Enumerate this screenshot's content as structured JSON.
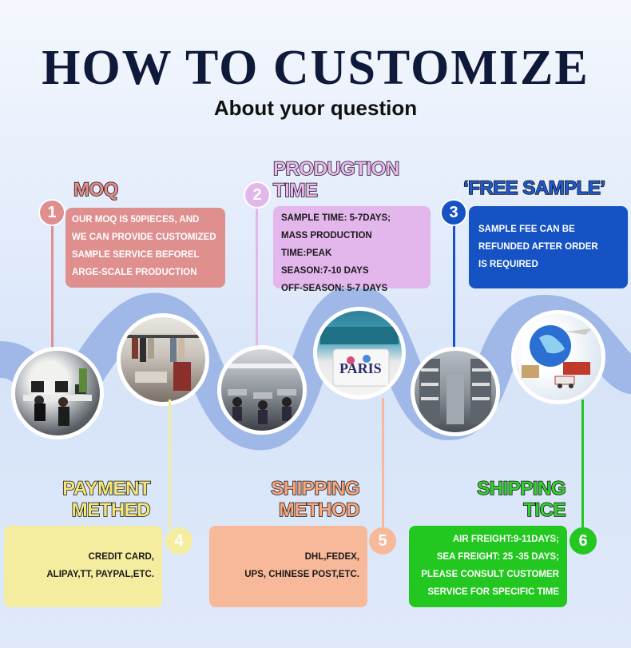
{
  "header": {
    "title": "HOW TO CUSTOMIZE",
    "subtitle": "About yuor question"
  },
  "steps": [
    {
      "number": "1",
      "heading_lines": [
        "MOQ"
      ],
      "lines": [
        "OUR MOQ IS 50PIECES, AND",
        "WE CAN PROVIDE CUSTOMIZED",
        "SAMPLE SERVICE BEFOREL",
        "ARGE-SCALE PRODUCTION"
      ],
      "color": "#e08f8f",
      "heading_color": "#e48c8c",
      "text_color": "#ffffff"
    },
    {
      "number": "2",
      "heading_lines": [
        "PRODUGTION",
        "TIME"
      ],
      "lines": [
        "SAMPLE TIME: 5-7DAYS;",
        "MASS PRODUCTION TIME:PEAK",
        "SEASON:7-10 DAYS",
        "OFF-SEASON: 5-7 DAYS"
      ],
      "color": "#e3b6ec",
      "heading_color": "#eab7f2",
      "text_color": "#1a1a1a"
    },
    {
      "number": "3",
      "heading_lines": [
        "‘FREE SAMPLE’"
      ],
      "lines": [
        "SAMPLE FEE CAN BE",
        "REFUNDED AFTER ORDER",
        "IS REQUIRED"
      ],
      "color": "#1553c4",
      "heading_color": "#1f5ad0",
      "text_color": "#ffffff"
    },
    {
      "number": "4",
      "heading_lines": [
        "PAYMENT",
        "METHED"
      ],
      "lines": [
        "CREDIT CARD,",
        "ALIPAY,TT, PAYPAL,ETC."
      ],
      "color": "#f4ec9f",
      "heading_color": "#f5e77a",
      "text_color": "#1a1a1a"
    },
    {
      "number": "5",
      "heading_lines": [
        "SHIPPING",
        "METHOD"
      ],
      "lines": [
        "DHL,FEDEX,",
        "UPS, CHINESE POST,ETC."
      ],
      "color": "#f8b99a",
      "heading_color": "#f7a77f",
      "text_color": "#1a1a1a"
    },
    {
      "number": "6",
      "heading_lines": [
        "SHIPPING",
        "TICE"
      ],
      "lines": [
        "AIR FREIGHT:9-11DAYS;",
        "SEA FREIGHT: 25 -35 DAYS;",
        "PLEASE CONSULT CUSTOMER",
        "SERVICE FOR SPECIFIC TIME"
      ],
      "color": "#22c71f",
      "heading_color": "#33d12f",
      "text_color": "#ffffff"
    }
  ],
  "photos": [
    {
      "name": "office-photo"
    },
    {
      "name": "showroom-photo"
    },
    {
      "name": "factory-sewing-photo"
    },
    {
      "name": "tshirt-printer-photo"
    },
    {
      "name": "warehouse-photo"
    },
    {
      "name": "global-shipping-photo"
    }
  ]
}
